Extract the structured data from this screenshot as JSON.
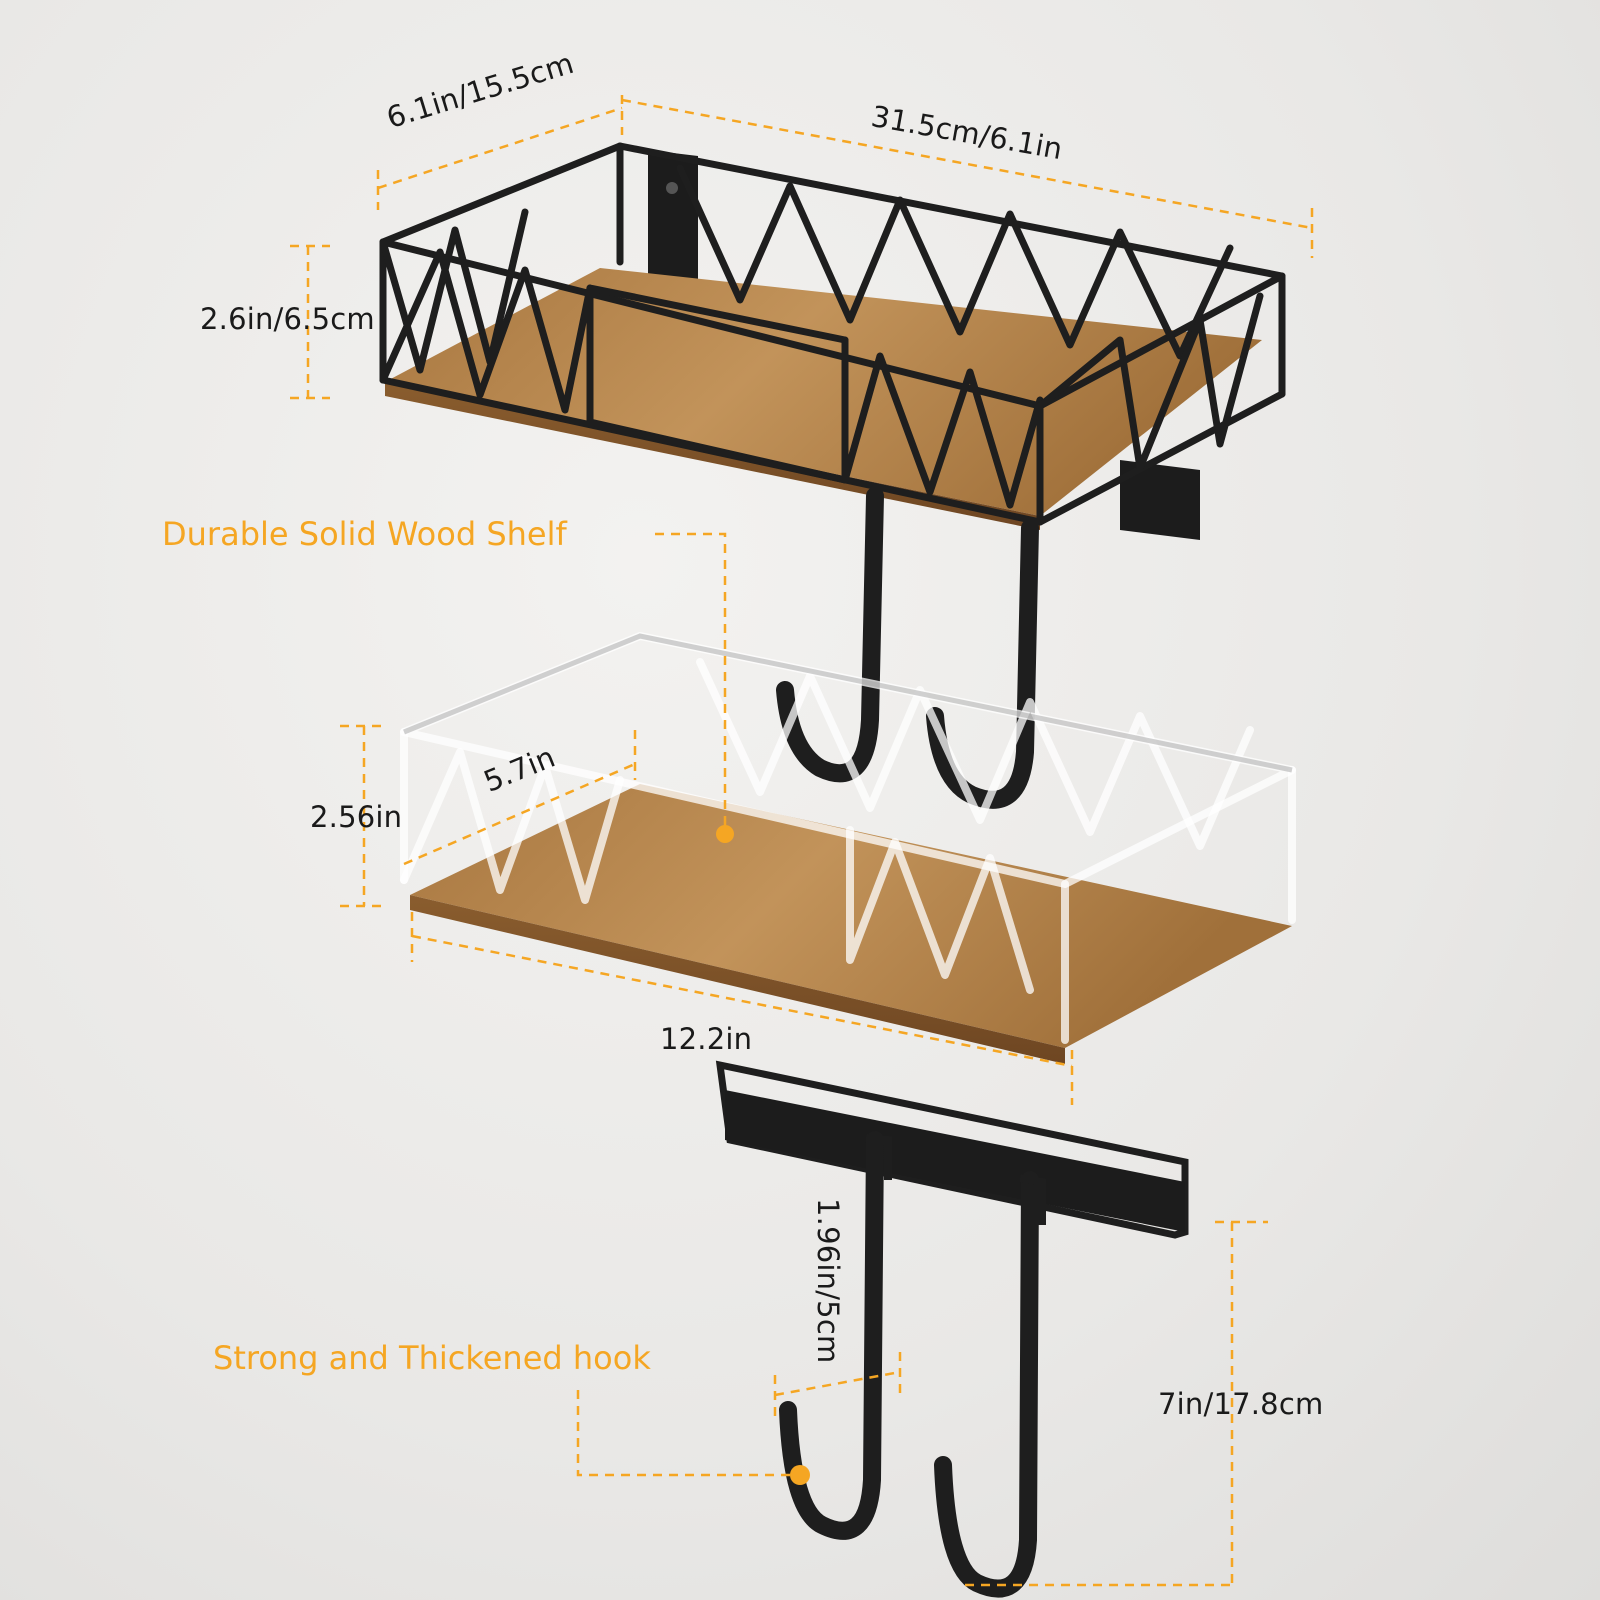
{
  "dimensions": {
    "top_depth": "6.1in/15.5cm",
    "top_width": "31.5cm/6.1in",
    "top_height": "2.6in/6.5cm",
    "lower_height": "2.56in",
    "lower_depth": "5.7in",
    "lower_width": "12.2in",
    "hook_depth": "1.96in/5cm",
    "hook_height": "7in/17.8cm"
  },
  "callouts": {
    "shelf": "Durable Solid Wood Shelf",
    "hook": "Strong and Thickened hook"
  },
  "colors": {
    "accent": "#f5a623",
    "metal": "#1e1e1e",
    "wood": "#b07f45",
    "wall": "#ecebe9"
  }
}
